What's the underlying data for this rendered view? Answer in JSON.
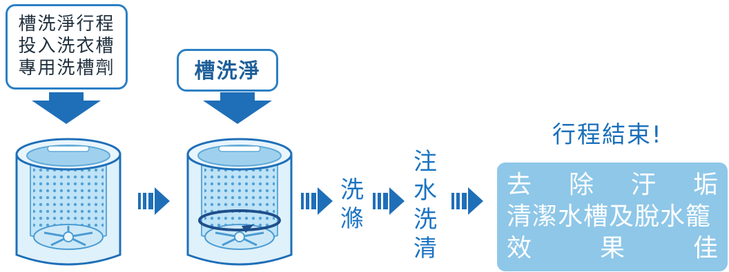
{
  "step1": {
    "lines": [
      "槽洗淨行程",
      "投入洗衣槽",
      "專用洗槽劑"
    ]
  },
  "step2": {
    "title": "槽洗淨"
  },
  "process": {
    "wash": [
      "洗",
      "滌"
    ],
    "rinse": [
      "注",
      "水",
      "洗",
      "清"
    ]
  },
  "end": {
    "title": "行程結束!",
    "result_line1": [
      "去",
      "除",
      "汙",
      "垢"
    ],
    "result_line2": "清潔水槽及脫水籠",
    "result_line3": [
      "效",
      "果",
      "佳"
    ]
  },
  "colors": {
    "primary_blue": "#1b74c2",
    "callout_border": "#2b7fc4",
    "result_bg": "#8ec7e8",
    "drum_light": "#bfe3f7",
    "drum_mid": "#5fb0e0"
  }
}
